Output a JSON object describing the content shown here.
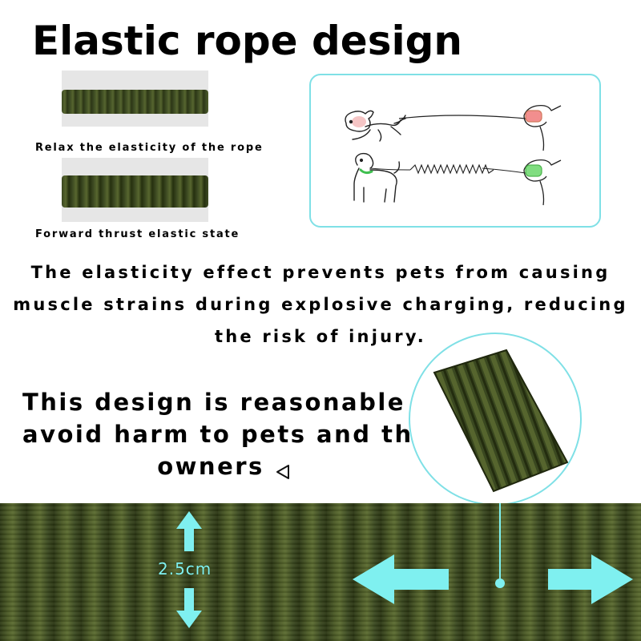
{
  "title": "Elastic rope design",
  "swatches": {
    "relax_caption": "Relax the elasticity of the rope",
    "forward_caption": "Forward thrust elastic state"
  },
  "paragraph": {
    "line1": "The elasticity effect prevents pets from causing",
    "line2": "muscle strains during explosive charging, reducing",
    "line3": "the risk of injury."
  },
  "design_note": {
    "line1": "This design is reasonable to",
    "line2": "avoid harm to pets and their",
    "line3": "owners"
  },
  "measurement": "2.5cm",
  "colors": {
    "rope_green": "#3c4a22",
    "accent_cyan": "#7fe0e6",
    "arrow_cyan": "#7ff0f0",
    "text": "#000000"
  },
  "icons": {
    "pointer": "triangle-left-icon",
    "dog_running": "running-dog-icon",
    "dog_standing": "standing-dog-icon",
    "hand": "hand-holding-leash-icon",
    "stretch_arrows": "double-horizontal-arrow-icon",
    "height_arrows": "double-vertical-arrow-icon"
  }
}
